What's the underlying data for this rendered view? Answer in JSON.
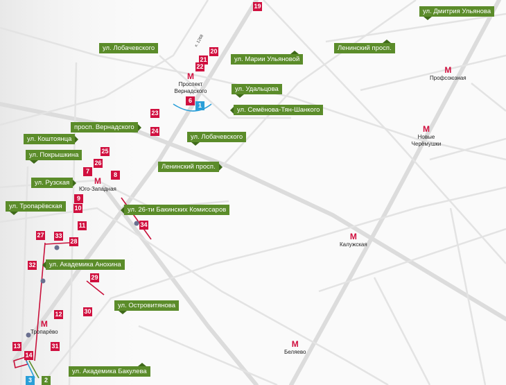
{
  "streets": [
    "ул. Дмитрия Ульянова",
    "ул. Лобачевского",
    "ул. Марии Ульяновой",
    "Ленинский просп.",
    "ул. Удальцова",
    "ул. Семёнова-Тян-Шанкого",
    "просп. Вернадского",
    "ул. Коштоянца",
    "ул. Лобачевского",
    "ул. Покрышкина",
    "Ленинский просп.",
    "ул. Рузская",
    "ул. Тропарёвская",
    "ул. 26-ти Бакинских Комиссаров",
    "ул. Академика Анохина",
    "ул. Островитянова",
    "ул. Академика Бакулева"
  ],
  "metro_icon": "М",
  "metro_stations": [
    "Профсоюзная",
    "Проспект Вернадского",
    "Новые Черёмушки",
    "Юго-Западная",
    "Калужская",
    "Тропарёво",
    "Беляево"
  ],
  "markers": [
    "19",
    "20",
    "21",
    "22",
    "6",
    "1",
    "23",
    "24",
    "25",
    "26",
    "7",
    "8",
    "9",
    "10",
    "11",
    "27",
    "33",
    "28",
    "32",
    "34",
    "29",
    "30",
    "12",
    "13",
    "14",
    "31",
    "3",
    "2"
  ],
  "building_note": "к. 1268",
  "colors": {
    "street_label": "#5b8c2a",
    "marker": "#d0103f",
    "marker_alt": "#2a9fd8",
    "road": "#dedede"
  }
}
